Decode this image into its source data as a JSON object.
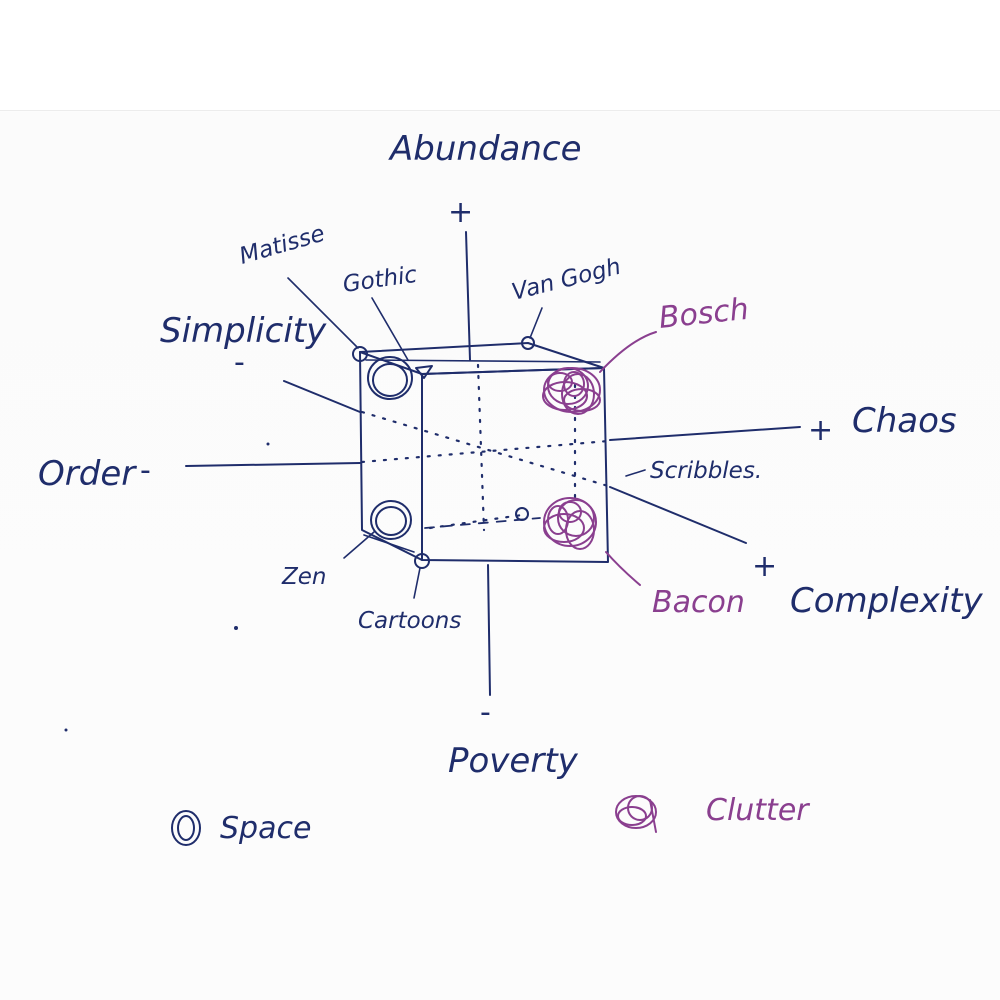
{
  "axes": {
    "vertical_top": "Abundance",
    "vertical_bottom": "Poverty",
    "horizontal_left": "Order",
    "horizontal_right": "Chaos",
    "depth_back": "Simplicity",
    "depth_front": "Complexity"
  },
  "signs": {
    "plus": "+",
    "minus": "-"
  },
  "corner_labels": {
    "matisse": "Matisse",
    "gothic": "Gothic",
    "van_gogh": "Van Gogh",
    "bosch": "Bosch",
    "scribbles": "Scribbles.",
    "zen": "Zen",
    "cartoons": "Cartoons",
    "bacon": "Bacon"
  },
  "legend": {
    "space": "Space",
    "clutter": "Clutter"
  },
  "colors": {
    "ink_blue": "#1f2d6b",
    "ink_purple": "#8a3f8f"
  }
}
